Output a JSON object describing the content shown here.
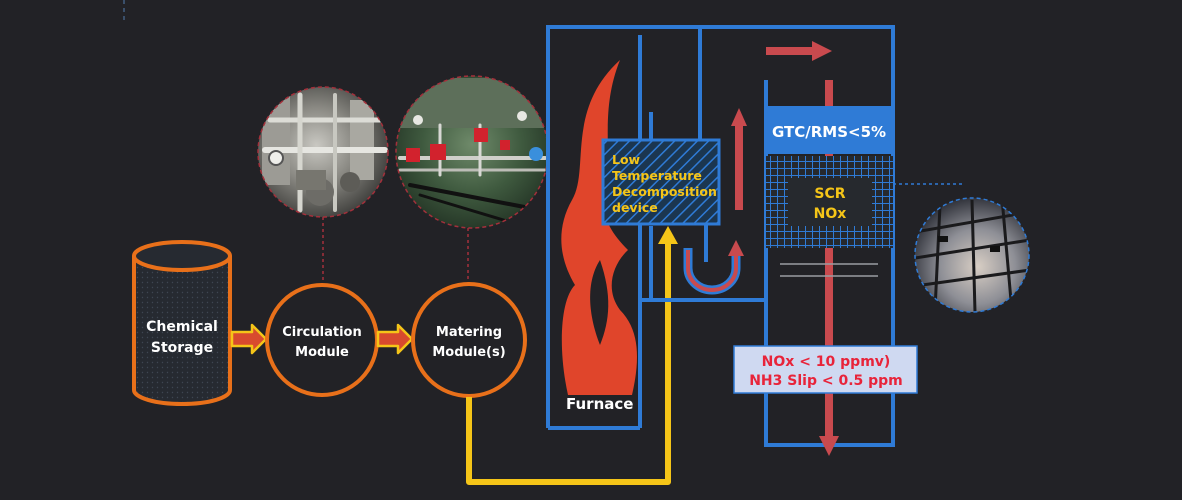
{
  "nodes": {
    "chemical_storage": {
      "line1": "Chemical",
      "line2": "Storage"
    },
    "circulation_module": {
      "line1": "Circulation",
      "line2": "Module"
    },
    "matering_module": {
      "line1": "Matering",
      "line2": "Module(s)"
    },
    "furnace": {
      "label": "Furnace"
    },
    "decomposition_device": {
      "line1": "Low",
      "line2": "Temperature",
      "line3": "Decomposition",
      "line4": "device"
    },
    "gtc_box": {
      "label": "GTC/RMS<5%"
    },
    "scr_box": {
      "line1": "SCR",
      "line2": "NOx"
    },
    "result_box": {
      "line1": "NOx < 10 ppmv)",
      "line2": "NH3 Slip < 0.5 ppm"
    }
  },
  "photos": [
    {
      "name": "circulation-equipment-photo"
    },
    {
      "name": "metering-equipment-photo"
    },
    {
      "name": "scr-catalyst-photo"
    }
  ],
  "colors": {
    "background": "#222226",
    "orange": "#e8701a",
    "blue": "#2f7bd6",
    "flame": "#e0452b",
    "yellow": "#f5c518",
    "red_arrow": "#c94a4e",
    "result_bg": "#cfd9f1"
  }
}
